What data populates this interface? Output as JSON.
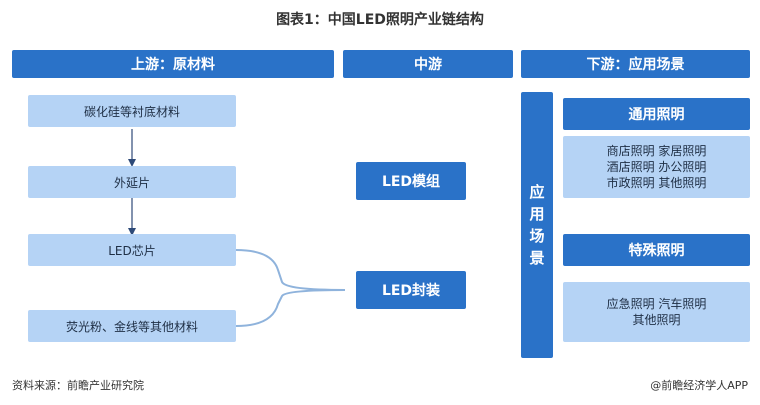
{
  "title": "图表1：中国LED照明产业链结构",
  "headers": {
    "upstream": "上游：原材料",
    "midstream": "中游",
    "downstream": "下游：应用场景"
  },
  "upstream_items": [
    "碳化硅等衬底材料",
    "外延片",
    "LED芯片",
    "荧光粉、金线等其他材料"
  ],
  "midstream_items": [
    "LED模组",
    "LED封装"
  ],
  "downstream": {
    "scene_label_chars": [
      "应",
      "用",
      "场",
      "景"
    ],
    "general": {
      "label": "通用照明",
      "lines": [
        "商店照明  家居照明",
        "酒店照明  办公照明",
        "市政照明  其他照明"
      ]
    },
    "special": {
      "label": "特殊照明",
      "lines": [
        "应急照明  汽车照明",
        "其他照明"
      ]
    }
  },
  "footer": {
    "source": "资料来源：前瞻产业研究院",
    "brand": "@前瞻经济学人APP"
  },
  "colors": {
    "primary": "#2a72c8",
    "light": "#b5d3f5",
    "connector": "#8fb3dc",
    "arrow": "#2e4a78"
  }
}
